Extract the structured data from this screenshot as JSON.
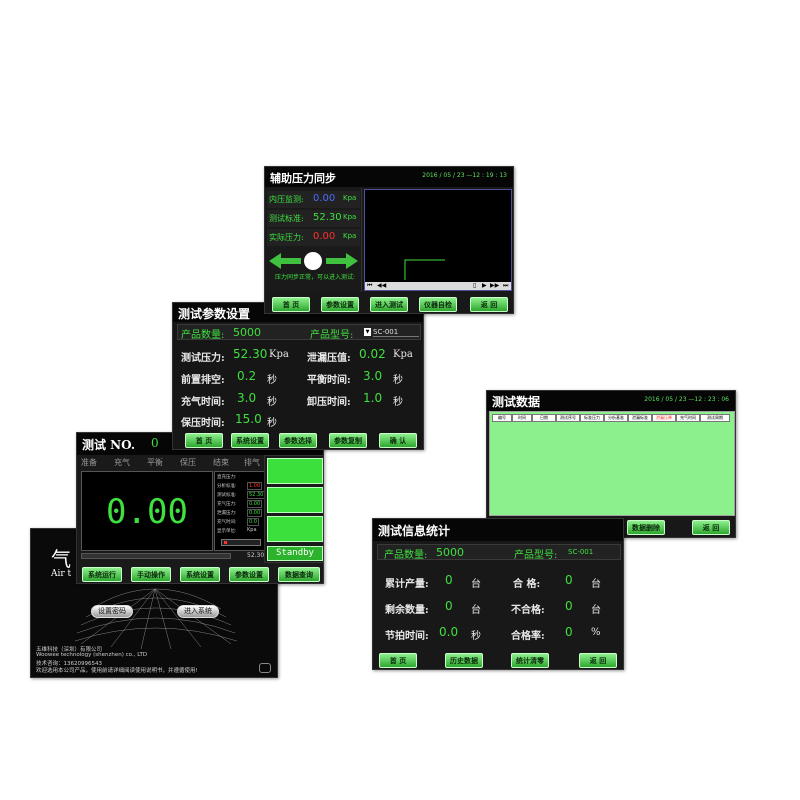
{
  "aux_screen": {
    "title": "辅助压力同步",
    "datetime": "2016 / 05 / 23 —12 : 19 : 13",
    "inner_pressure_label": "内压监测:",
    "inner_pressure_value": "0.00",
    "test_std_label": "测试标准:",
    "test_std_value": "52.30",
    "actual_pressure_label": "实际压力:",
    "actual_pressure_value": "0.00",
    "unit": "Kpa",
    "sync_note": "压力同步正常，可以进入测试:",
    "buttons": [
      "首 页",
      "参数设置",
      "进入测试",
      "仪器自检",
      "返 回"
    ]
  },
  "param_screen": {
    "title": "测试参数设置",
    "product_count_label": "产品数量:",
    "product_count_value": "5000",
    "product_model_label": "产品型号:",
    "product_model_value": "SC-001",
    "test_pressure_label": "测试压力:",
    "test_pressure_value": "52.30",
    "test_pressure_unit": "Kpa",
    "leak_label": "泄漏压值:",
    "leak_value": "0.02",
    "leak_unit": "Kpa",
    "pre_exhaust_label": "前置排空:",
    "pre_exhaust_value": "0.2",
    "balance_label": "平衡时间:",
    "balance_value": "3.0",
    "inflate_label": "充气时间:",
    "inflate_value": "3.0",
    "unload_label": "卸压时间:",
    "unload_value": "1.0",
    "hold_label": "保压时间:",
    "hold_value": "15.0",
    "sec": "秒",
    "buttons": [
      "首 页",
      "系统设置",
      "参数选择",
      "参数复制",
      "确 认"
    ]
  },
  "test_screen": {
    "title": "测试 NO.",
    "test_no": "0",
    "stages": [
      "准备",
      "充气",
      "平衡",
      "保压",
      "结束",
      "排气"
    ],
    "big_value": "0.00",
    "side_labels": [
      "直充压力:",
      "分析标准:",
      "测试标准:",
      "充气压力:",
      "泄漏压力:",
      "充气时间:",
      "显示单位:"
    ],
    "side_values": [
      "",
      "1.00",
      "52.30",
      "0.00",
      "0.00",
      "0.0",
      "Kpa"
    ],
    "bottom_number": "52.30",
    "standby": "Standby",
    "buttons": [
      "系统运行",
      "手动操作",
      "系统设置",
      "参数设置",
      "数据查询"
    ]
  },
  "home_screen": {
    "title_partial": "气",
    "subtitle_partial": "Air t",
    "buttons": [
      "设置密码",
      "进入系统"
    ],
    "company_cn": "五维科技（深圳）有限公司",
    "company_en": "Woowee technology (shenzhen) co., LTD",
    "tech_support": "技术咨询：13620996543",
    "welcome": "欢迎选用本公司产品，使用前请详细阅读使用说明书，并遵循使用!"
  },
  "data_screen": {
    "title": "测试数据",
    "datetime": "2016 / 05 / 23 —12 : 23 : 06",
    "columns": [
      "编号",
      "时间",
      "日期",
      "测试序号",
      "标准压力",
      "分析基准",
      "泄漏标准",
      "泄漏压降",
      "充气时间",
      "测试周期"
    ],
    "buttons": [
      "数据删除",
      "返 回"
    ]
  },
  "stats_screen": {
    "title": "测试信息统计",
    "product_count_label": "产品数量:",
    "product_count_value": "5000",
    "product_model_label": "产品型号:",
    "product_model_value": "SC-001",
    "total_label": "累计产量:",
    "total_value": "0",
    "remain_label": "剩余数量:",
    "remain_value": "0",
    "cycle_label": "节拍时间:",
    "cycle_value": "0.0",
    "qualified_label": "合 格:",
    "qualified_value": "0",
    "unqualified_label": "不合格:",
    "unqualified_value": "0",
    "rate_label": "合格率:",
    "rate_value": "0",
    "unit_pcs": "台",
    "unit_sec": "秒",
    "unit_pct": "%",
    "buttons": [
      "首 页",
      "历史数据",
      "统计清零",
      "返 回"
    ]
  },
  "colors": {
    "green": "#3fe03f",
    "red": "#ff3030",
    "blue": "#4a6aff",
    "panel_green": "#8cf08c"
  }
}
